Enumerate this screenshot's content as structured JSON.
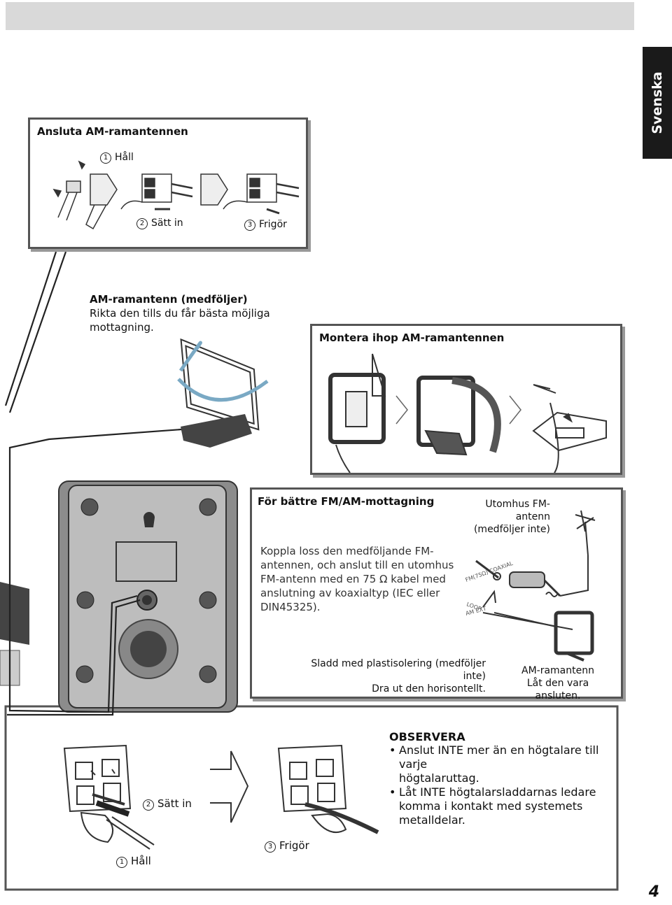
{
  "language_tab": "Svenska",
  "page_number": "4",
  "am_connect": {
    "title": "Ansluta AM-ramantennen",
    "step1_num": "1",
    "step1_label": "Håll",
    "step2_num": "2",
    "step2_label": "Sätt in",
    "step3_num": "3",
    "step3_label": "Frigör"
  },
  "am_antenna_note": {
    "title": "AM-ramantenn (medföljer)",
    "line1": "Rikta den tills du får bästa möjliga",
    "line2": "mottagning."
  },
  "assemble": {
    "title": "Montera ihop AM-ramantennen"
  },
  "better_reception": {
    "title": "För bättre FM/AM-mottagning",
    "outdoor_fm_line1": "Utomhus FM-antenn",
    "outdoor_fm_line2": "(medföljer inte)",
    "body_line1": "Koppla loss den medföljande FM-",
    "body_line2": "antennen, och anslut till en utomhus",
    "body_line3": "FM-antenn med en 75 Ω kabel med",
    "body_line4": "anslutning av koaxialtyp (IEC eller",
    "body_line5": "DIN45325).",
    "jack_fm": "FM(75Ω) COAXIAL",
    "jack_loop": "LOOP",
    "jack_am_ext": "AM EXT",
    "wire_label_line1": "Sladd med plastisolering (medföljer inte)",
    "wire_label_line2": "Dra ut den horisontellt.",
    "am_label_line1": "AM-ramantenn",
    "am_label_line2": "Låt den vara ansluten."
  },
  "speaker": {
    "step1_num": "1",
    "step1_label": "Håll",
    "step2_num": "2",
    "step2_label": "Sätt in",
    "step3_num": "3",
    "step3_label": "Frigör"
  },
  "observera": {
    "title": "OBSERVERA",
    "item1_line1": "Anslut INTE mer än en högtalare till varje",
    "item1_line2": "högtalaruttag.",
    "item2_line1": "Låt INTE högtalarsladdarnas ledare",
    "item2_line2": "komma i kontakt med systemets",
    "item2_line3": "metalldelar."
  }
}
